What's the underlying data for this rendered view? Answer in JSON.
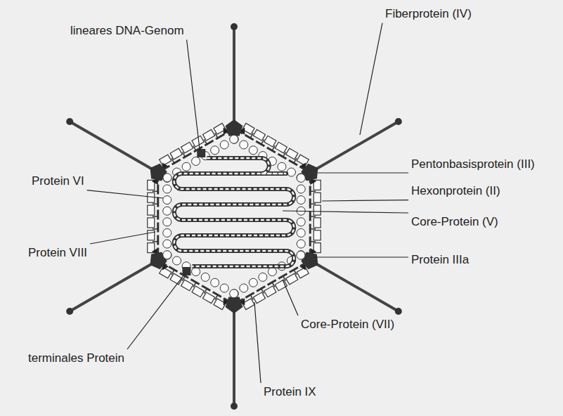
{
  "diagram": {
    "labels": [
      "lineares DNA-Genom",
      "Fiberprotein (IV)",
      "Pentonbasisprotein (III)",
      "Hexonprotein (II)",
      "Core-Protein (V)",
      "Protein IIIa",
      "Core-Protein (VII)",
      "Protein IX",
      "terminales Protein",
      "Protein VIII",
      "Protein VI"
    ]
  }
}
